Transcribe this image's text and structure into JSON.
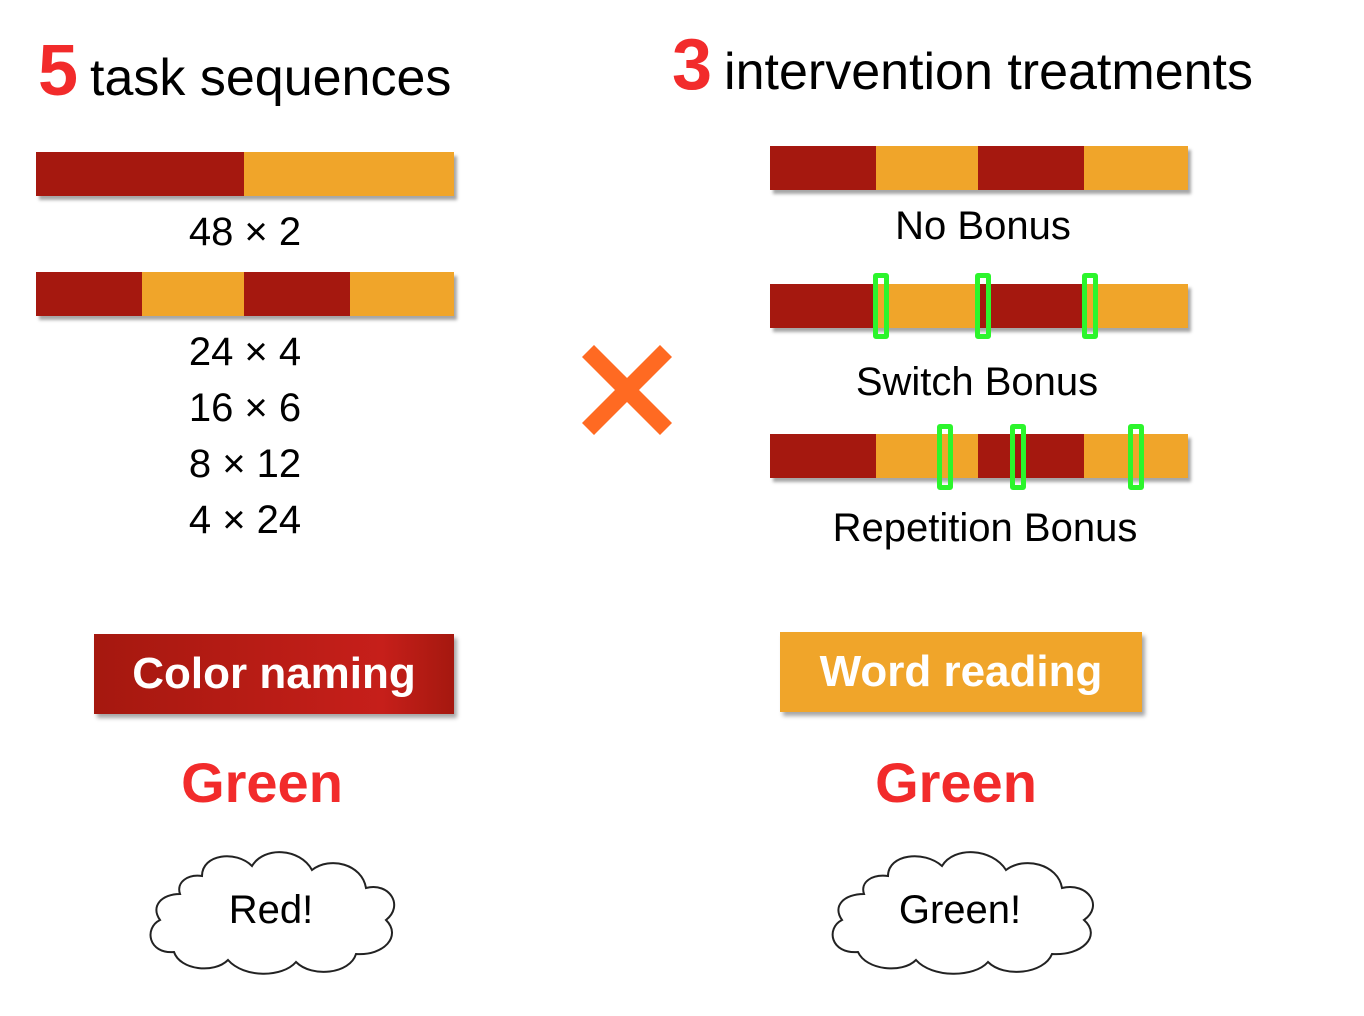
{
  "left_panel": {
    "heading_number": "5",
    "heading_text": "task sequences",
    "sequences": [
      "48 × 2",
      "24 × 4",
      "16 × 6",
      "8 × 12",
      "4 × 24"
    ]
  },
  "right_panel": {
    "heading_number": "3",
    "heading_text": "intervention treatments",
    "treatments": [
      "No Bonus",
      "Switch Bonus",
      "Repetition Bonus"
    ]
  },
  "operator_icon": "multiply-icon",
  "tasks": {
    "color_naming_label": "Color naming",
    "word_reading_label": "Word reading"
  },
  "stimuli": {
    "left_word": "Green",
    "right_word": "Green"
  },
  "responses": {
    "left": "Red!",
    "right": "Green!"
  },
  "colors": {
    "color_naming": "#a5180f",
    "word_reading": "#f0a52a",
    "accent_red": "#f22b2b",
    "bonus_marker": "#2cf52c",
    "operator": "#ff6a22"
  }
}
